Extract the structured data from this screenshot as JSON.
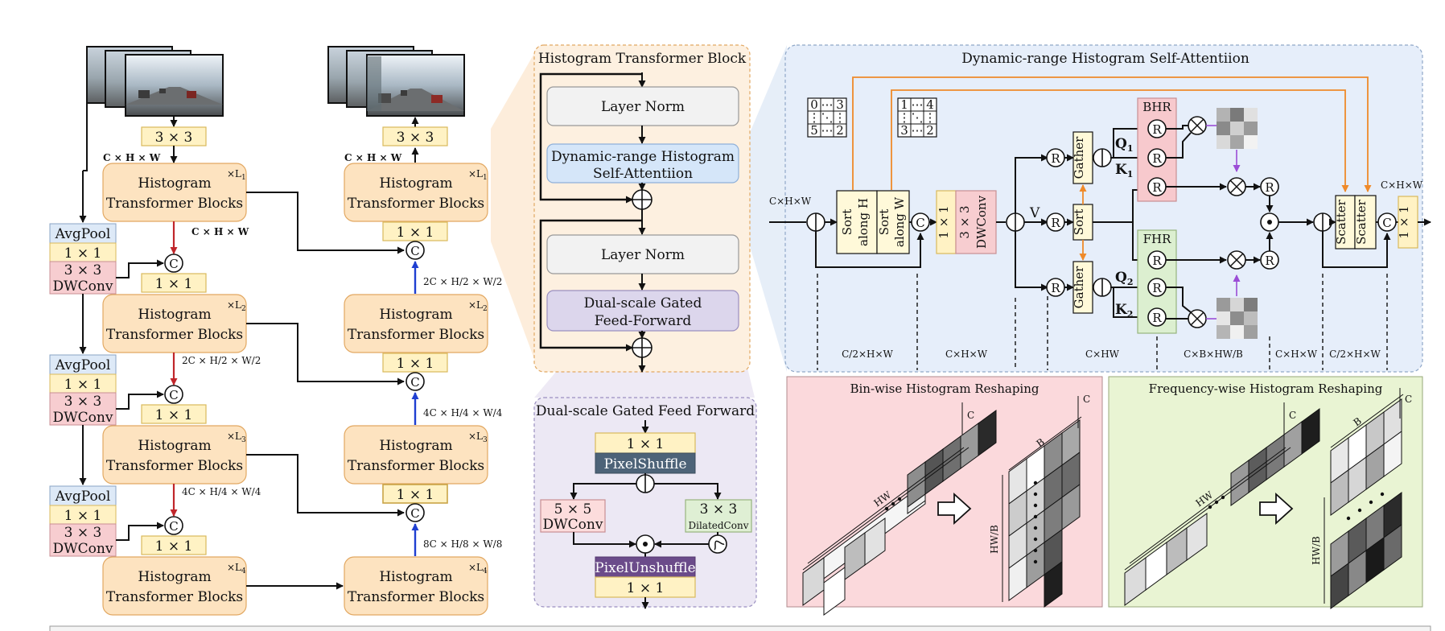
{
  "colors": {
    "yellow": "#fff2c4",
    "yellow_stroke": "#d9b95c",
    "orange_block": "#fde3c0",
    "orange_stroke": "#e2a862",
    "blue_box": "#dde9f7",
    "pink_box": "#f7cdd0",
    "panel_peach": "#fdf0e0",
    "panel_lavender": "#ece8f4",
    "panel_blue": "#e6eefa",
    "panel_pink": "#fbd9dc",
    "panel_green": "#e9f4d3",
    "arrow_red": "#c0262b",
    "arrow_blue": "#1f3fd1",
    "arrow_orange": "#ef8a2a",
    "arrow_purple": "#9b4dd6"
  },
  "encoder": {
    "conv_in": "3 × 3",
    "dim_in": "C × H × W",
    "blocks": [
      {
        "line1": "Histogram",
        "line2": "Transformer Blocks",
        "mult": "×L",
        "sub": "1"
      },
      {
        "line1": "Histogram",
        "line2": "Transformer Blocks",
        "mult": "×L",
        "sub": "2"
      },
      {
        "line1": "Histogram",
        "line2": "Transformer Blocks",
        "mult": "×L",
        "sub": "3"
      },
      {
        "line1": "Histogram",
        "line2": "Transformer Blocks",
        "mult": "×L",
        "sub": "4"
      }
    ],
    "down": [
      {
        "pool": "AvgPool",
        "conv1": "1 × 1",
        "conv3": "3 × 3",
        "dw": "DWConv"
      },
      {
        "pool": "AvgPool",
        "conv1": "1 × 1",
        "conv3": "3 × 3",
        "dw": "DWConv"
      },
      {
        "pool": "AvgPool",
        "conv1": "1 × 1",
        "conv3": "3 × 3",
        "dw": "DWConv"
      }
    ],
    "fuse": [
      "1 × 1",
      "1 × 1",
      "1 × 1"
    ],
    "dims": [
      "C × H × W",
      "2C × H/2 × W/2",
      "4C × H/4 × W/4"
    ],
    "concat": "C"
  },
  "decoder": {
    "conv_out": "3 × 3",
    "dim_out": "C × H × W",
    "blocks": [
      {
        "line1": "Histogram",
        "line2": "Transformer Blocks",
        "mult": "×L",
        "sub": "1"
      },
      {
        "line1": "Histogram",
        "line2": "Transformer Blocks",
        "mult": "×L",
        "sub": "2"
      },
      {
        "line1": "Histogram",
        "line2": "Transformer Blocks",
        "mult": "×L",
        "sub": "3"
      },
      {
        "line1": "Histogram",
        "line2": "Transformer Blocks",
        "mult": "×L",
        "sub": "4"
      }
    ],
    "fuse": [
      "1 × 1",
      "1 × 1",
      "1 × 1"
    ],
    "dims": [
      "2C × H/2 × W/2",
      "4C × H/4 × W/4",
      "8C × H/8 × W/8"
    ],
    "concat": "C"
  },
  "htb": {
    "title": "Histogram Transformer Block",
    "norm1": "Layer Norm",
    "attn1": "Dynamic-range Histogram",
    "attn2": "Self-Attentiion",
    "norm2": "Layer Norm",
    "ffn1": "Dual-scale Gated",
    "ffn2": "Feed-Forward"
  },
  "dgff": {
    "title": "Dual-scale Gated Feed Forward",
    "conv1": "1 × 1",
    "shuffle": "PixelShuffle",
    "conv5": "5 × 5",
    "dw": "DWConv",
    "conv3": "3 × 3",
    "dilated": "DilatedConv",
    "unshuffle": "PixelUnshuffle",
    "conv1b": "1 × 1"
  },
  "dhsa": {
    "title": "Dynamic-range Histogram Self-Attentiion",
    "input_dim": "C×H×W",
    "sort_h1": "Sort",
    "sort_h2": "along H",
    "sort_w1": "Sort",
    "sort_w2": "along W",
    "conv1": "1 × 1",
    "conv3": "3 × 3",
    "dw": "DWConv",
    "v": "V",
    "gather": "Gather",
    "sort": "Sort",
    "q1": "Q",
    "k1": "K",
    "q2": "Q",
    "k2": "K",
    "sub1": "1",
    "sub2": "2",
    "bhr": "BHR",
    "fhr": "FHR",
    "scatter": "Scatter",
    "out_dim": "C×H×W",
    "conv_out": "1 × 1",
    "grid_a": [
      "0",
      "⋯",
      "3",
      "⋮",
      "⋱",
      "⋮",
      "5",
      "⋯",
      "2"
    ],
    "grid_b": [
      "1",
      "⋯",
      "4",
      "⋮",
      "⋱",
      "⋮",
      "3",
      "⋯",
      "2"
    ],
    "dims": [
      "C/2×H×W",
      "C×H×W",
      "C×HW",
      "C×B×HW/B",
      "C×H×W",
      "C/2×H×W"
    ]
  },
  "bin": {
    "title": "Bin-wise Histogram Reshaping",
    "hw": "HW",
    "c": "C",
    "b": "B",
    "hwb": "HW/B"
  },
  "freq": {
    "title": "Frequency-wise Histogram Reshaping",
    "hw": "HW",
    "c": "C",
    "b": "B",
    "hwb": "HW/B"
  }
}
